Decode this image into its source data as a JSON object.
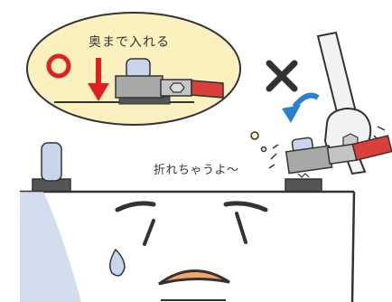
{
  "bubble": {
    "caption": "奥まで入れる"
  },
  "warning": {
    "caption": "折れちゃうよ〜"
  },
  "marks": {
    "correct_symbol": "circle-mark",
    "wrong_symbol": "cross-mark"
  },
  "colors": {
    "bubble_fill": "#fbf1bf",
    "correct_red": "#e02020",
    "cable_red": "#d9403a",
    "arrow_blue": "#2a7fd0",
    "metal_gray": "#a8a8a8",
    "battery_face": "#c9d5ea",
    "mouth_orange": "#f3a66a",
    "outline": "#333333"
  }
}
